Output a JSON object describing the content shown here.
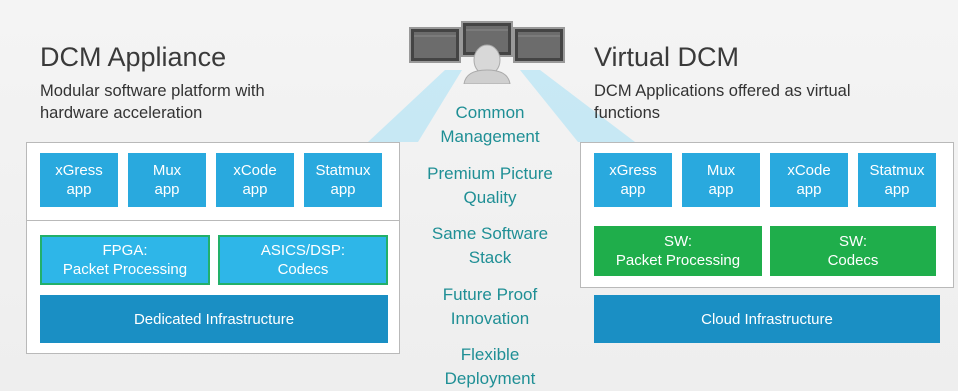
{
  "left": {
    "title": "DCM Appliance",
    "subtitle": "Modular software platform with\nhardware acceleration",
    "apps": [
      "xGress\napp",
      "Mux\napp",
      "xCode\napp",
      "Statmux\napp"
    ],
    "hw": [
      "FPGA:\nPacket Processing",
      "ASICS/DSP:\nCodecs"
    ],
    "infra": "Dedicated Infrastructure"
  },
  "right": {
    "title": "Virtual DCM",
    "subtitle": "DCM Applications offered as virtual\nfunctions",
    "apps": [
      "xGress\napp",
      "Mux\napp",
      "xCode\napp",
      "Statmux\napp"
    ],
    "sw": [
      "SW:\nPacket Processing",
      "SW:\nCodecs"
    ],
    "infra": "Cloud Infrastructure"
  },
  "center": {
    "icon": "operator-with-monitors-icon",
    "benefits": [
      "Common\nManagement",
      "Premium Picture\nQuality",
      "Same Software\nStack",
      "Future Proof\nInnovation",
      "Flexible\nDeployment"
    ]
  },
  "colors": {
    "app_blue": "#29a9de",
    "infra_blue": "#1a8fc4",
    "sw_green": "#1fae4b",
    "benefit_teal": "#1f8f95"
  }
}
